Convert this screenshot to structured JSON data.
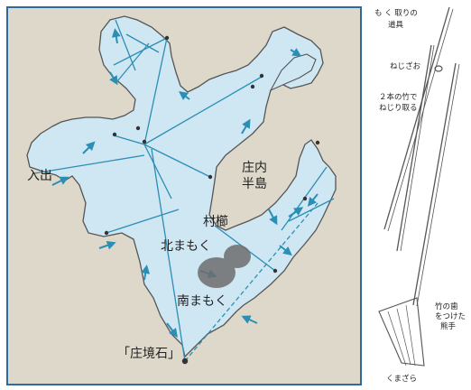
{
  "map": {
    "place_labels": {
      "iride": "入出",
      "shounai_1": "庄内",
      "shounai_2": "半島",
      "mura_kushi": "村櫛",
      "kita_moku": "北まもく",
      "minami_moku": "南まもく",
      "shoukyou_seki": "「庄境石」"
    },
    "colors": {
      "water": "#cfe6f3",
      "land": "#ddd8ca",
      "route": "#2b8fb5",
      "border": "#2d6aa0",
      "marker": "#333333",
      "seaweed_bed": "#6e6e6e"
    }
  },
  "tools": {
    "title_line1": "も く 取りの",
    "title_line2": "道具",
    "nejizao": "ねじざお",
    "desc_line1": "２本の竹で",
    "desc_line2": "ねじり取る",
    "teeth_line1": "竹の歯",
    "teeth_line2": "をつけた",
    "teeth_line3": "熊手",
    "kumazara": "くまざら"
  }
}
